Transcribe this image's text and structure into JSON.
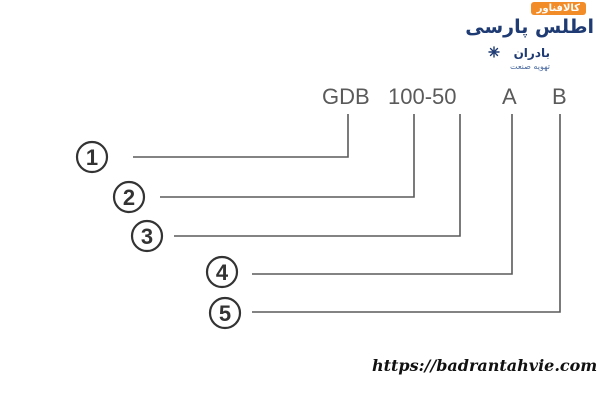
{
  "code": {
    "series": "GDB",
    "size": "100-50",
    "letter_a": "A",
    "letter_b": "B"
  },
  "callouts": [
    "1",
    "2",
    "3",
    "4",
    "5"
  ],
  "logo": {
    "badge": "کالافناور",
    "brand": "اطلس پارسی",
    "subbrand": "بادران",
    "tagline": "تهویه صنعت"
  },
  "watermark_url": "https://badrantahvie.com",
  "colors": {
    "line": "#5a5a5a",
    "circle_stroke": "#333333",
    "logo_orange": "#f28c28",
    "logo_navy": "#1f3b73"
  }
}
